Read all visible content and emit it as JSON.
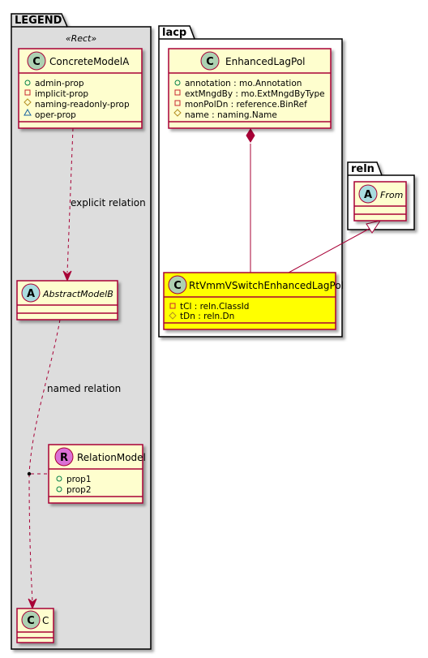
{
  "packages": {
    "legend": {
      "name": "LEGEND",
      "stereotype": "«Rect»"
    },
    "lacp": {
      "name": "lacp"
    },
    "reln": {
      "name": "reln"
    }
  },
  "classes": {
    "concrete_model_a": {
      "kind": "C",
      "name": "ConcreteModelA",
      "attributes": [
        "admin-prop",
        "implicit-prop",
        "naming-readonly-prop",
        "oper-prop"
      ],
      "visibility": [
        "public",
        "private",
        "protected",
        "package"
      ]
    },
    "abstract_model_b": {
      "kind": "A",
      "name": "AbstractModelB"
    },
    "relation_model": {
      "kind": "R",
      "name": "RelationModel",
      "attributes": [
        "prop1",
        "prop2"
      ],
      "visibility": [
        "public",
        "public"
      ]
    },
    "c": {
      "kind": "C",
      "name": "C"
    },
    "enhanced_lag_pol": {
      "kind": "C",
      "name": "EnhancedLagPol",
      "attributes": [
        "annotation : mo.Annotation",
        "extMngdBy : mo.ExtMngdByType",
        "monPolDn : reference.BinRef",
        "name : naming.Name"
      ],
      "visibility": [
        "public",
        "private",
        "private",
        "protected"
      ]
    },
    "from": {
      "kind": "A",
      "name": "From"
    },
    "rt_vmm_vswitch": {
      "kind": "C",
      "name": "RtVmmVSwitchEnhancedLagPol",
      "attributes": [
        "tCl : reln.ClassId",
        "tDn : reln.Dn"
      ],
      "visibility": [
        "private",
        "protected"
      ]
    }
  },
  "relations": {
    "explicit": "explicit relation",
    "named": "named relation"
  },
  "colors": {
    "package_fill": "#dddddd",
    "class_fill": "#fefece",
    "class_border": "#a80036",
    "highlight_fill": "#ffff00",
    "circle_c": "#add1b2",
    "circle_a": "#a9dcdf",
    "circle_r": "#da70d6",
    "relation_line": "#a80036"
  }
}
